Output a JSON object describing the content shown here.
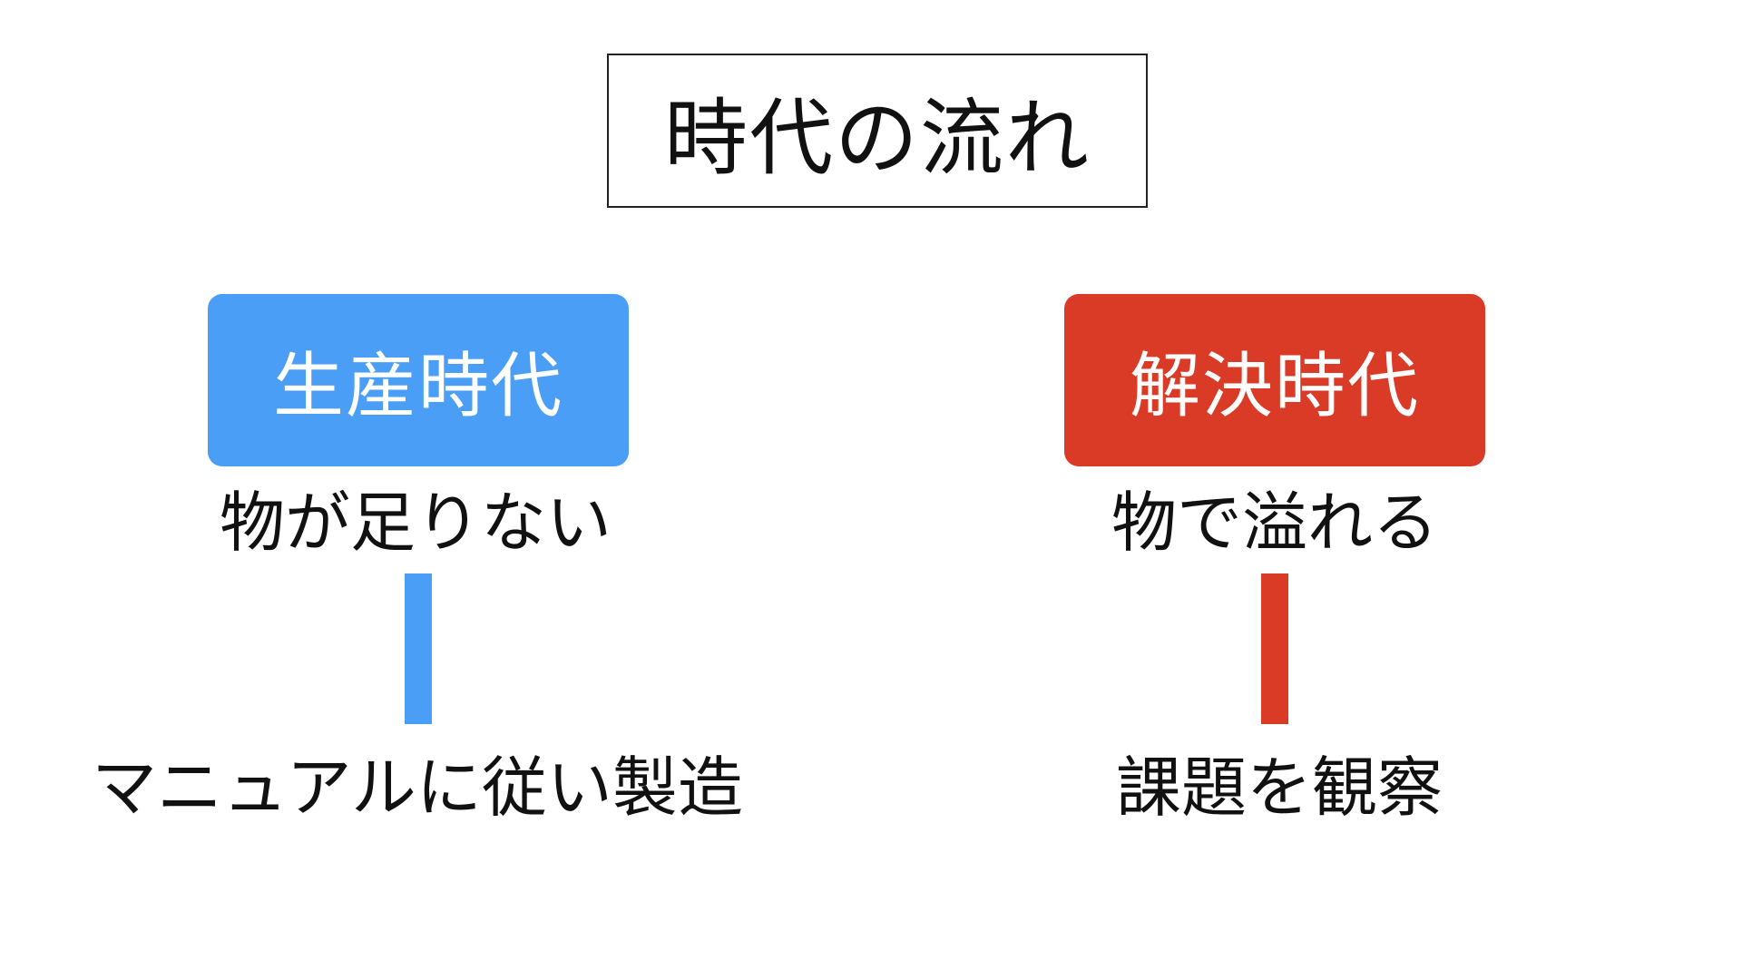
{
  "title": "時代の流れ",
  "eras": [
    {
      "label": "生産時代",
      "color": "#4a9ef5",
      "state": "物が足りない",
      "action": "マニュアルに従い製造"
    },
    {
      "label": "解決時代",
      "color": "#d93b27",
      "state": "物で溢れる",
      "action": "課題を観察"
    }
  ]
}
